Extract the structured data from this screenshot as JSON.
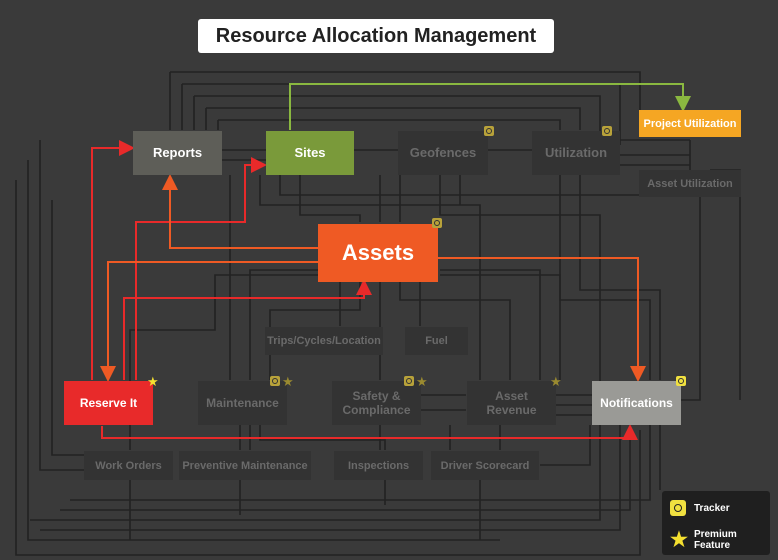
{
  "title": "Resource Allocation Management",
  "nodes": {
    "reports": "Reports",
    "sites": "Sites",
    "geofences": "Geofences",
    "utilization": "Utilization",
    "project_utilization": "Project Utilization",
    "asset_utilization": "Asset Utilization",
    "assets": "Assets",
    "trips": "Trips/Cycles/Location",
    "fuel": "Fuel",
    "reserve_it": "Reserve It",
    "maintenance": "Maintenance",
    "safety_compliance": "Safety & Compliance",
    "asset_revenue": "Asset Revenue",
    "notifications": "Notifications",
    "work_orders": "Work Orders",
    "preventive_maintenance": "Preventive Maintenance",
    "inspections": "Inspections",
    "driver_scorecard": "Driver Scorecard"
  },
  "legend": {
    "tracker": "Tracker",
    "premium_feature": "Premium Feature"
  },
  "colors": {
    "background": "#3a3a3a",
    "reports": "#5e5e58",
    "sites": "#7a9a3a",
    "assets": "#ef5a24",
    "reserve_it": "#e82a2a",
    "project_utilization": "#f5a623",
    "notifications": "#9a9a96",
    "tracker_badge": "#f0e040",
    "premium_star": "#f5e030"
  },
  "icons": [
    "tracker-icon",
    "premium-star-icon",
    "arrow-icon"
  ]
}
